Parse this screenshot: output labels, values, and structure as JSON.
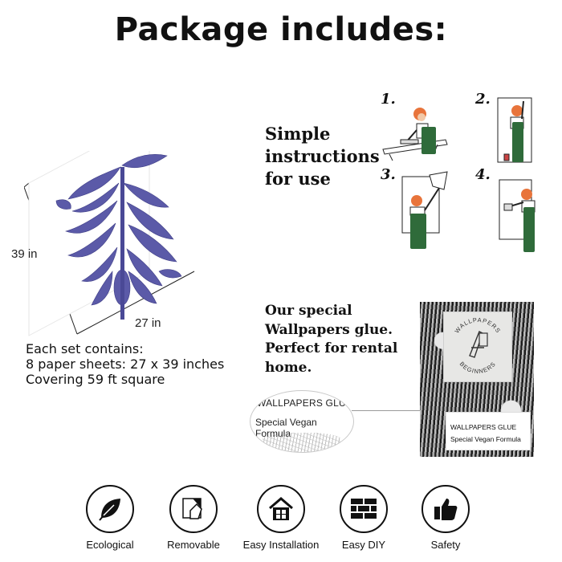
{
  "title": "Package includes:",
  "sheet": {
    "height_label": "39 in",
    "width_label": "27 in",
    "pattern_color": "#5b5aa8"
  },
  "set_info": {
    "line1": "Each set contains:",
    "line2": "8 paper sheets: 27 x 39 inches",
    "line3": "Covering 59 ft square"
  },
  "instructions": {
    "line1": "Simple",
    "line2": "instructions",
    "line3": "for use",
    "steps": [
      "1.",
      "2.",
      "3.",
      "4."
    ]
  },
  "glue": {
    "line1": "Our special",
    "line2": "Wallpapers glue.",
    "line3": "Perfect for rental",
    "line4": "home.",
    "zoom_title": "WALLPAPERS GLUE",
    "zoom_subtitle": "Special Vegan Formula",
    "package_label_title": "WALLPAPERS GLUE",
    "package_label_subtitle": "Special Vegan Formula",
    "logo_top": "WALLPAPERS",
    "logo_bottom": "BEGINNERS"
  },
  "features": [
    {
      "label": "Ecological",
      "icon": "leaf-icon"
    },
    {
      "label": "Removable",
      "icon": "peel-icon"
    },
    {
      "label": "Easy Installation",
      "icon": "house-icon"
    },
    {
      "label": "Easy DIY",
      "icon": "bricks-icon"
    },
    {
      "label": "Safety",
      "icon": "thumbs-up-icon"
    }
  ],
  "colors": {
    "worker_overalls": "#2f6b3a",
    "worker_hair": "#e8743b"
  }
}
